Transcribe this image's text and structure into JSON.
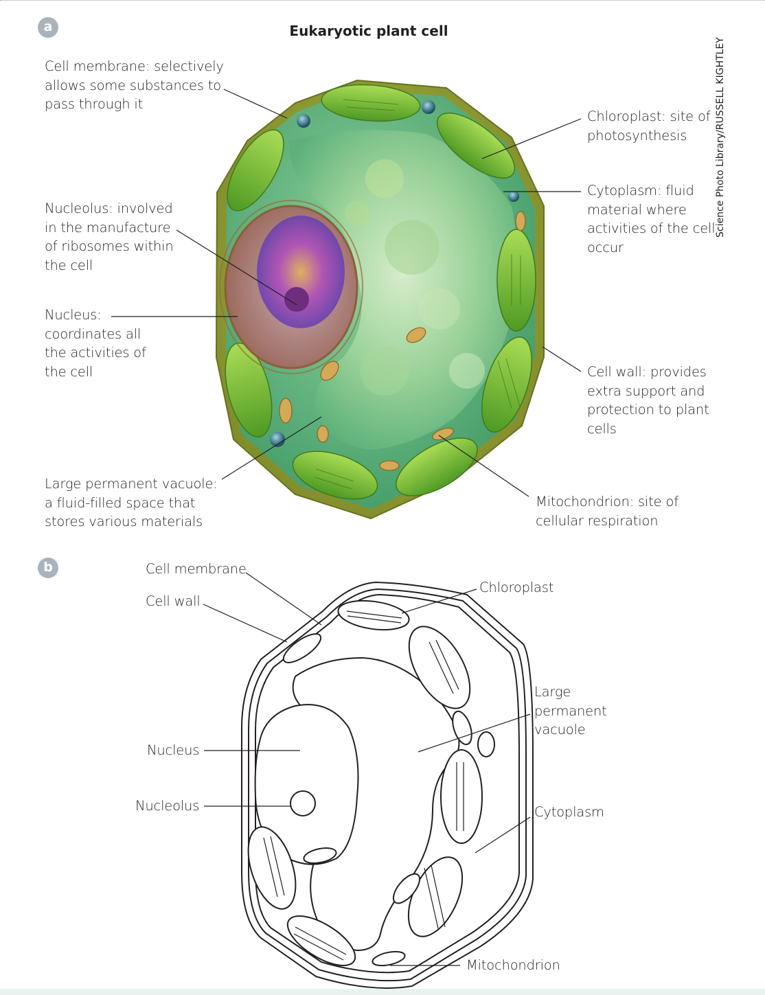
{
  "panel_a": {
    "badge": "a",
    "title": "Eukaryotic plant cell",
    "credit": "Science Photo Library/RUSSELL KIGHTLEY",
    "labels": {
      "cell_membrane": "Cell membrane: selectively\nallows some substances to\npass through it",
      "nucleolus": "Nucleolus: involved\nin the manufacture\nof ribosomes within\nthe cell",
      "nucleus": "Nucleus:\ncoordinates all\nthe activities of\nthe cell",
      "vacuole": "Large permanent vacuole:\na fluid-filled space that\nstores various materials",
      "chloroplast": "Chloroplast: site of\nphotosynthesis",
      "cytoplasm": "Cytoplasm: fluid\nmaterial where\nactivities of the cell\noccur",
      "cell_wall": "Cell wall: provides\nextra support and\nprotection to plant\ncells",
      "mitochondrion": "Mitochondrion: site of\ncellular respiration"
    }
  },
  "panel_b": {
    "badge": "b",
    "labels": {
      "cell_membrane": "Cell membrane",
      "cell_wall": "Cell wall",
      "nucleus": "Nucleus",
      "nucleolus": "Nucleolus",
      "chloroplast": "Chloroplast",
      "vacuole": "Large\npermanent\nvacuole",
      "cytoplasm": "Cytoplasm",
      "mitochondrion": "Mitochondrion"
    }
  },
  "colors": {
    "cell_wall": "#9aa63a",
    "cytoplasm": "#62b685",
    "chloroplast": "#7cbf33",
    "nucleus": "#b07d86",
    "nucleolus": "#9c4fb5",
    "mitochondrion": "#c89a46",
    "badge": "#a8b3bc"
  }
}
